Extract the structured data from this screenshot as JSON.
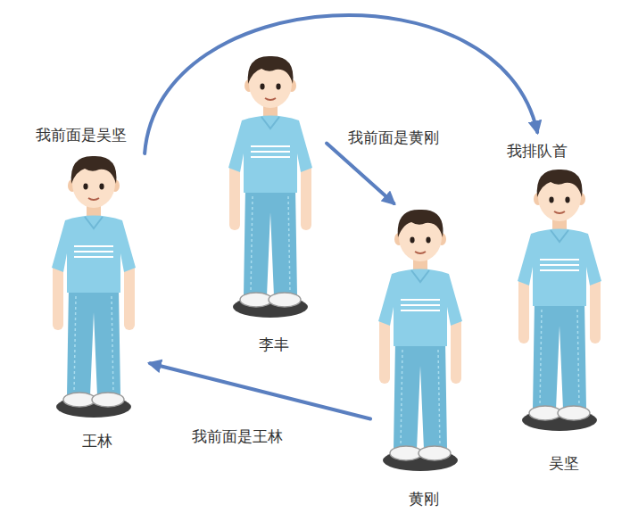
{
  "diagram": {
    "nodes": [
      {
        "text": [
          "王林"
        ]
      },
      {
        "text": [
          "李丰"
        ]
      },
      {
        "text": [
          "黄刚"
        ]
      },
      {
        "text": [
          "吴坚"
        ]
      }
    ],
    "edges": [
      {
        "from": 1,
        "to": 2,
        "arrow": "to",
        "label": "我前面是黄刚"
      },
      {
        "from": 2,
        "to": 0,
        "arrow": "to",
        "label": "我前面是王林"
      },
      {
        "from": 0,
        "to": 3,
        "arrow": "to",
        "label": "我前面是吴坚"
      }
    ],
    "labels": [
      "我排队首"
    ]
  }
}
